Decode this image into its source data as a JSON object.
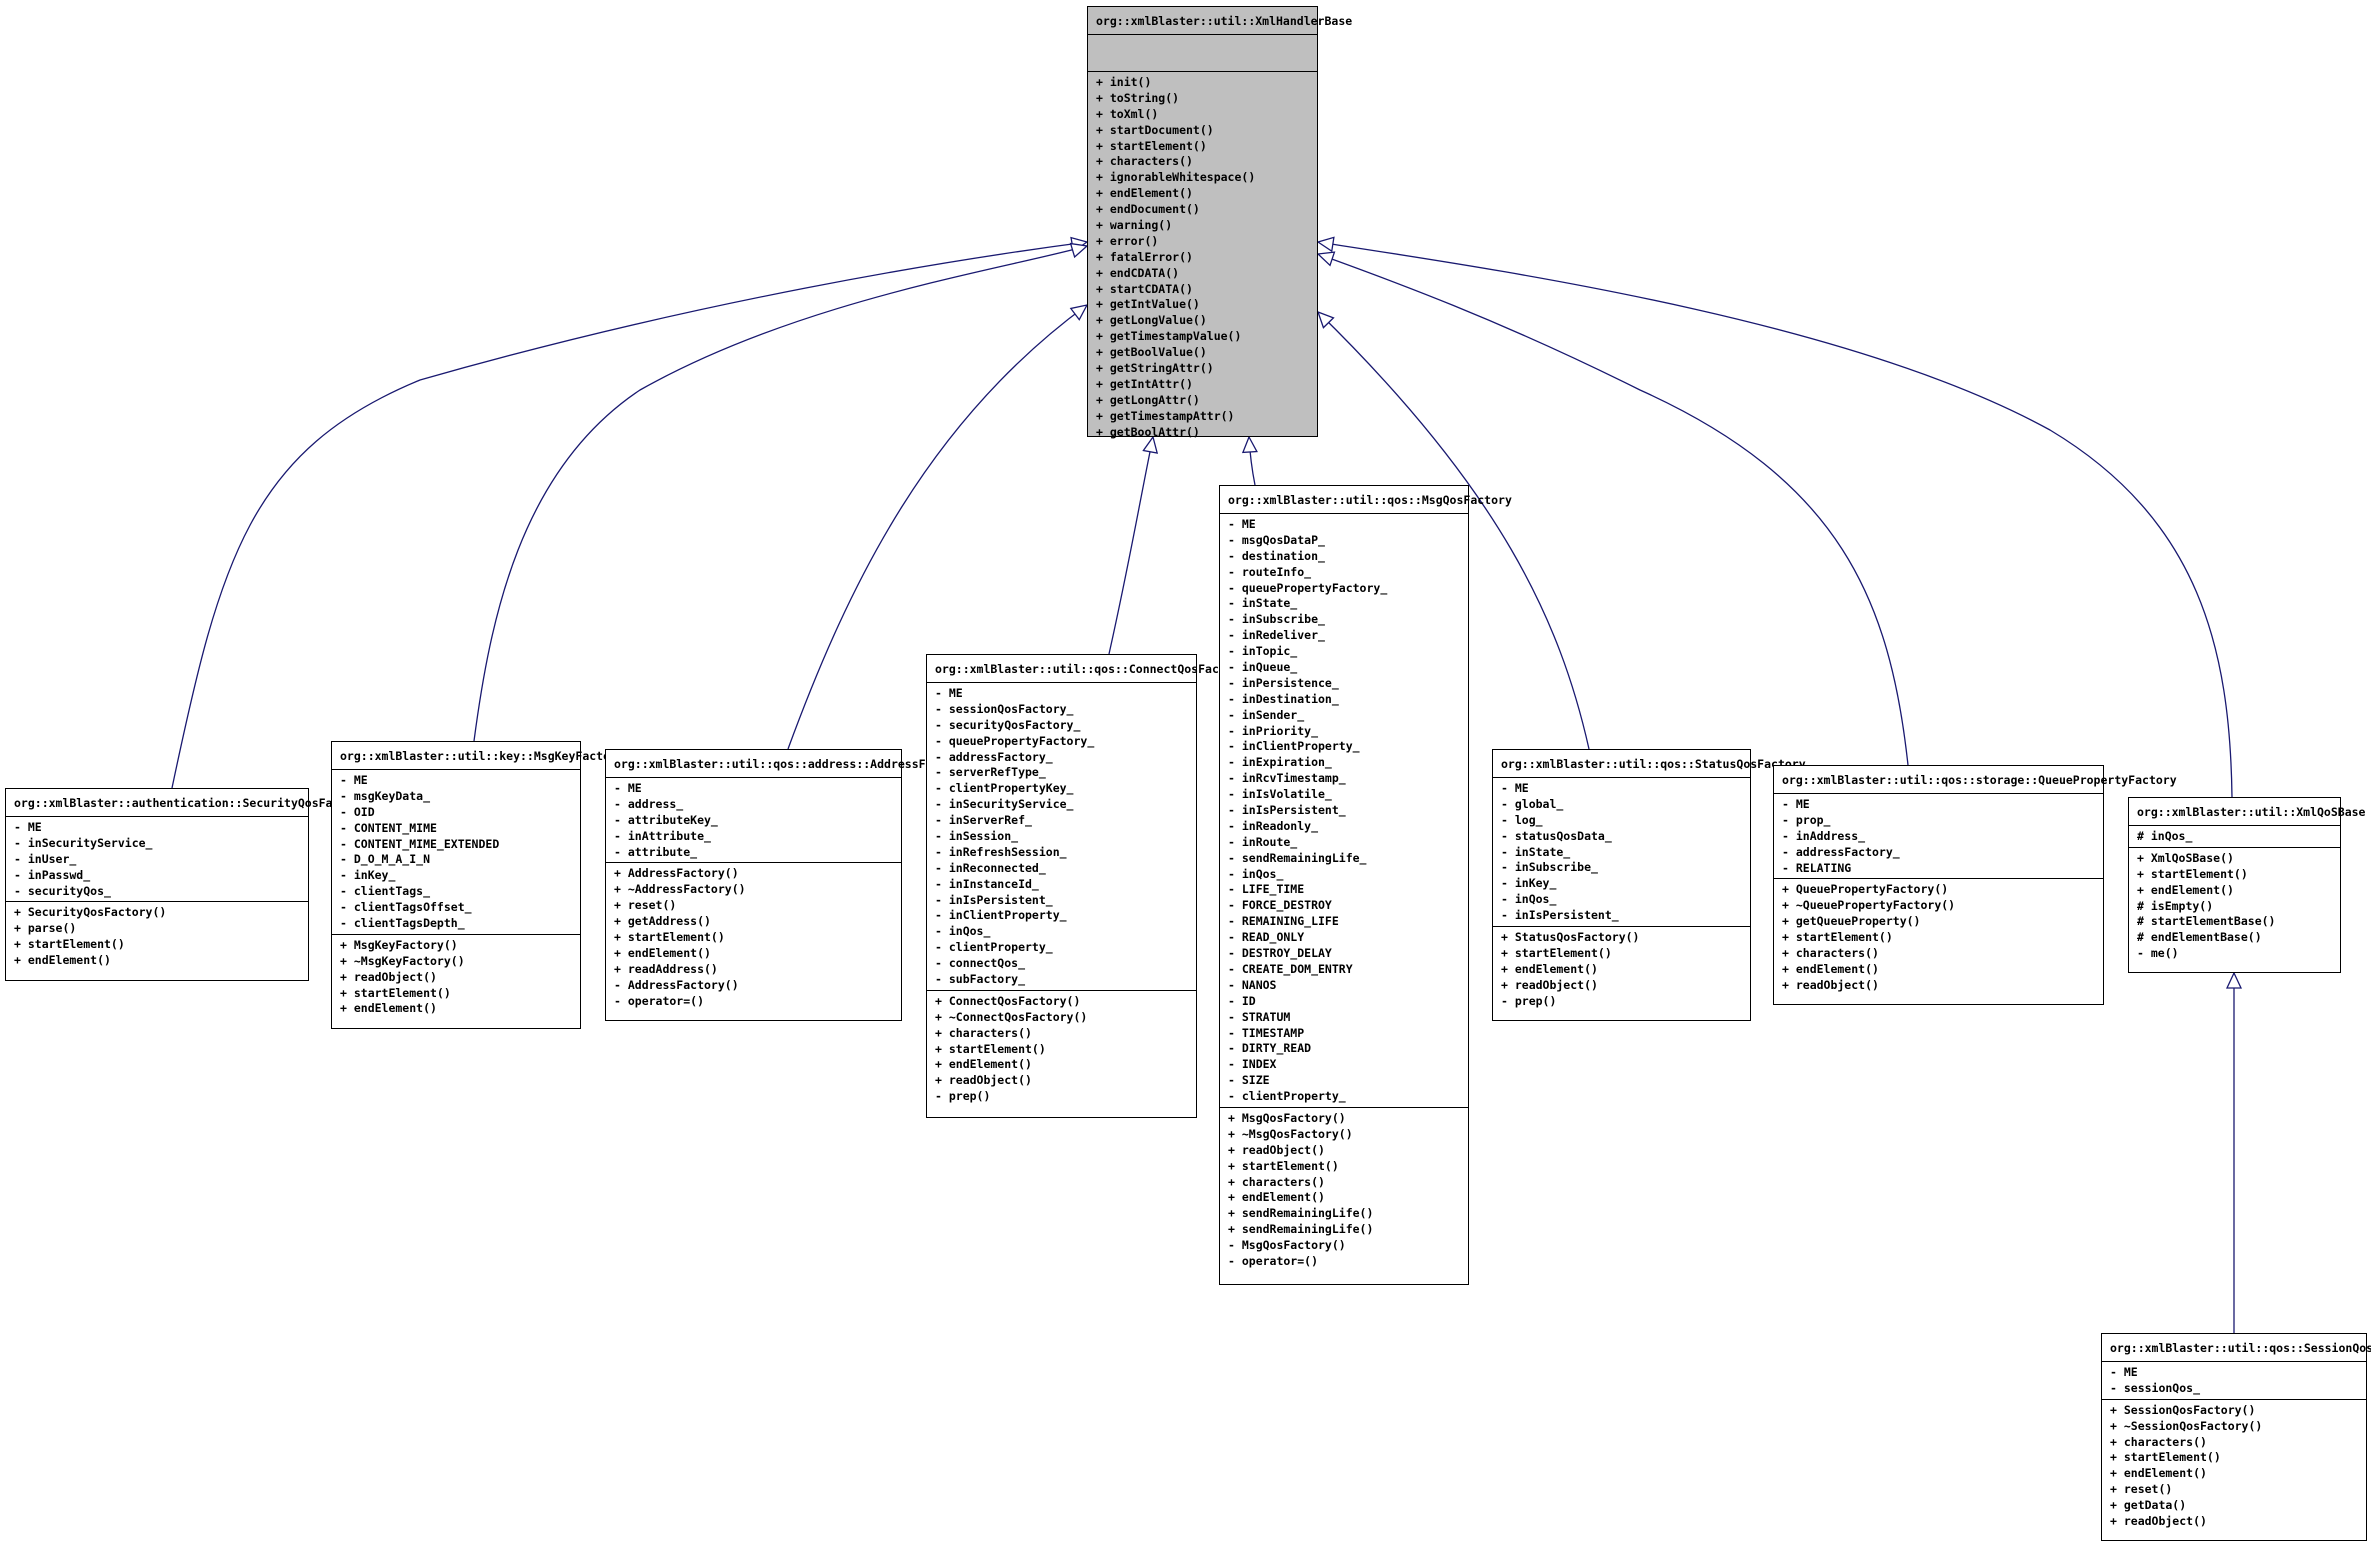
{
  "classes": {
    "xml_handler_base": {
      "name": "org::xmlBlaster::util::XmlHandlerBase",
      "attributes": [],
      "methods": [
        "+ init()",
        "+ toString()",
        "+ toXml()",
        "+ startDocument()",
        "+ startElement()",
        "+ characters()",
        "+ ignorableWhitespace()",
        "+ endElement()",
        "+ endDocument()",
        "+ warning()",
        "+ error()",
        "+ fatalError()",
        "+ endCDATA()",
        "+ startCDATA()",
        "+ getIntValue()",
        "+ getLongValue()",
        "+ getTimestampValue()",
        "+ getBoolValue()",
        "+ getStringAttr()",
        "+ getIntAttr()",
        "+ getLongAttr()",
        "+ getTimestampAttr()",
        "+ getBoolAttr()"
      ]
    },
    "security_qos_factory": {
      "name": "org::xmlBlaster::authentication::SecurityQosFactory",
      "attributes": [
        "- ME",
        "- inSecurityService_",
        "- inUser_",
        "- inPasswd_",
        "- securityQos_"
      ],
      "methods": [
        "+ SecurityQosFactory()",
        "+ parse()",
        "+ startElement()",
        "+ endElement()"
      ]
    },
    "msg_key_factory": {
      "name": "org::xmlBlaster::util::key::MsgKeyFactory",
      "attributes": [
        "- ME",
        "- msgKeyData_",
        "- OID",
        "- CONTENT_MIME",
        "- CONTENT_MIME_EXTENDED",
        "- D_O_M_A_I_N",
        "- inKey_",
        "- clientTags_",
        "- clientTagsOffset_",
        "- clientTagsDepth_"
      ],
      "methods": [
        "+ MsgKeyFactory()",
        "+ ~MsgKeyFactory()",
        "+ readObject()",
        "+ startElement()",
        "+ endElement()"
      ]
    },
    "address_factory": {
      "name": "org::xmlBlaster::util::qos::address::AddressFactory",
      "attributes": [
        "- ME",
        "- address_",
        "- attributeKey_",
        "- inAttribute_",
        "- attribute_"
      ],
      "methods": [
        "+ AddressFactory()",
        "+ ~AddressFactory()",
        "+ reset()",
        "+ getAddress()",
        "+ startElement()",
        "+ endElement()",
        "+ readAddress()",
        "- AddressFactory()",
        "- operator=()"
      ]
    },
    "connect_qos_factory": {
      "name": "org::xmlBlaster::util::qos::ConnectQosFactory",
      "attributes": [
        "- ME",
        "- sessionQosFactory_",
        "- securityQosFactory_",
        "- queuePropertyFactory_",
        "- addressFactory_",
        "- serverRefType_",
        "- clientPropertyKey_",
        "- inSecurityService_",
        "- inServerRef_",
        "- inSession_",
        "- inRefreshSession_",
        "- inReconnected_",
        "- inInstanceId_",
        "- inIsPersistent_",
        "- inClientProperty_",
        "- inQos_",
        "- clientProperty_",
        "- connectQos_",
        "- subFactory_"
      ],
      "methods": [
        "+ ConnectQosFactory()",
        "+ ~ConnectQosFactory()",
        "+ characters()",
        "+ startElement()",
        "+ endElement()",
        "+ readObject()",
        "- prep()"
      ]
    },
    "msg_qos_factory": {
      "name": "org::xmlBlaster::util::qos::MsgQosFactory",
      "attributes": [
        "- ME",
        "- msgQosDataP_",
        "- destination_",
        "- routeInfo_",
        "- queuePropertyFactory_",
        "- inState_",
        "- inSubscribe_",
        "- inRedeliver_",
        "- inTopic_",
        "- inQueue_",
        "- inPersistence_",
        "- inDestination_",
        "- inSender_",
        "- inPriority_",
        "- inClientProperty_",
        "- inExpiration_",
        "- inRcvTimestamp_",
        "- inIsVolatile_",
        "- inIsPersistent_",
        "- inReadonly_",
        "- inRoute_",
        "- sendRemainingLife_",
        "- inQos_",
        "- LIFE_TIME",
        "- FORCE_DESTROY",
        "- REMAINING_LIFE",
        "- READ_ONLY",
        "- DESTROY_DELAY",
        "- CREATE_DOM_ENTRY",
        "- NANOS",
        "- ID",
        "- STRATUM",
        "- TIMESTAMP",
        "- DIRTY_READ",
        "- INDEX",
        "- SIZE",
        "- clientProperty_"
      ],
      "methods": [
        "+ MsgQosFactory()",
        "+ ~MsgQosFactory()",
        "+ readObject()",
        "+ startElement()",
        "+ characters()",
        "+ endElement()",
        "+ sendRemainingLife()",
        "+ sendRemainingLife()",
        "- MsgQosFactory()",
        "- operator=()"
      ]
    },
    "status_qos_factory": {
      "name": "org::xmlBlaster::util::qos::StatusQosFactory",
      "attributes": [
        "- ME",
        "- global_",
        "- log_",
        "- statusQosData_",
        "- inState_",
        "- inSubscribe_",
        "- inKey_",
        "- inQos_",
        "- inIsPersistent_"
      ],
      "methods": [
        "+ StatusQosFactory()",
        "+ startElement()",
        "+ endElement()",
        "+ readObject()",
        "- prep()"
      ]
    },
    "queue_property_factory": {
      "name": "org::xmlBlaster::util::qos::storage::QueuePropertyFactory",
      "attributes": [
        "- ME",
        "- prop_",
        "- inAddress_",
        "- addressFactory_",
        "- RELATING"
      ],
      "methods": [
        "+ QueuePropertyFactory()",
        "+ ~QueuePropertyFactory()",
        "+ getQueueProperty()",
        "+ startElement()",
        "+ characters()",
        "+ endElement()",
        "+ readObject()"
      ]
    },
    "xml_qos_base": {
      "name": "org::xmlBlaster::util::XmlQoSBase",
      "attributes": [
        "# inQos_"
      ],
      "methods": [
        "+ XmlQoSBase()",
        "+ startElement()",
        "+ endElement()",
        "# isEmpty()",
        "# startElementBase()",
        "# endElementBase()",
        "- me()"
      ]
    },
    "session_qos_factory": {
      "name": "org::xmlBlaster::util::qos::SessionQosFactory",
      "attributes": [
        "- ME",
        "- sessionQos_"
      ],
      "methods": [
        "+ SessionQosFactory()",
        "+ ~SessionQosFactory()",
        "+ characters()",
        "+ startElement()",
        "+ endElement()",
        "+ reset()",
        "+ getData()",
        "+ readObject()"
      ]
    }
  },
  "colors": {
    "edge": "#191970",
    "base_fill": "#bfbfbf",
    "border": "#000000"
  }
}
